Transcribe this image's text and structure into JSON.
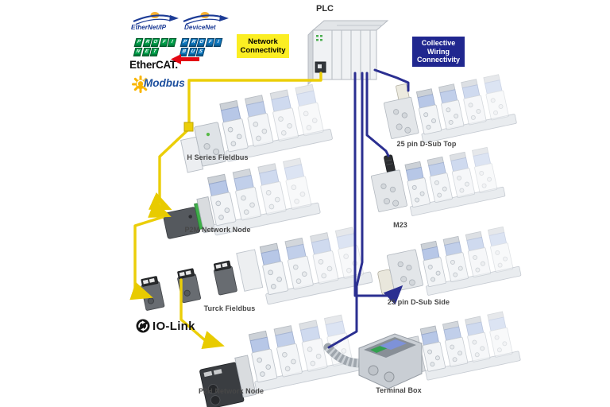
{
  "plc": {
    "label": "PLC"
  },
  "callouts": {
    "network": {
      "label": "Network Connectivity"
    },
    "collective": {
      "label": "Collective Wiring Connectivity"
    }
  },
  "logos": {
    "ethernet_ip": "EtherNet/IP",
    "devicenet": "DeviceNet",
    "profinet": {
      "top": "PROFI",
      "bottom": "NET"
    },
    "profibus": {
      "top": "PROFI",
      "bottom": "BUS"
    },
    "ethercat": "EtherCAT.",
    "modbus": "Modbus",
    "iolink": "IO-Link"
  },
  "products": {
    "network": [
      {
        "label": "H Series Fieldbus"
      },
      {
        "label": "P2M Network Node"
      },
      {
        "label": "Turck Fieldbus"
      },
      {
        "label": "P2H Network Node"
      }
    ],
    "collective": [
      {
        "label": "25 pin D-Sub Top"
      },
      {
        "label": "M23"
      },
      {
        "label": "25 pin D-Sub Side"
      },
      {
        "label": "Terminal Box"
      }
    ]
  },
  "colors": {
    "network_wire": "#EBCE08",
    "collective_wire": "#2B2F91",
    "network_box_bg": "#FBEE23",
    "collective_box_bg": "#20278F",
    "label_text": "#474747",
    "profinet_green": "#009E49",
    "profibus_blue": "#0E76BC",
    "ethercat_red": "#E30613",
    "ethernet_ip_blue": "#1D3C96",
    "modbus_yellow": "#F9B500",
    "modbus_blue": "#1D4F9E"
  }
}
